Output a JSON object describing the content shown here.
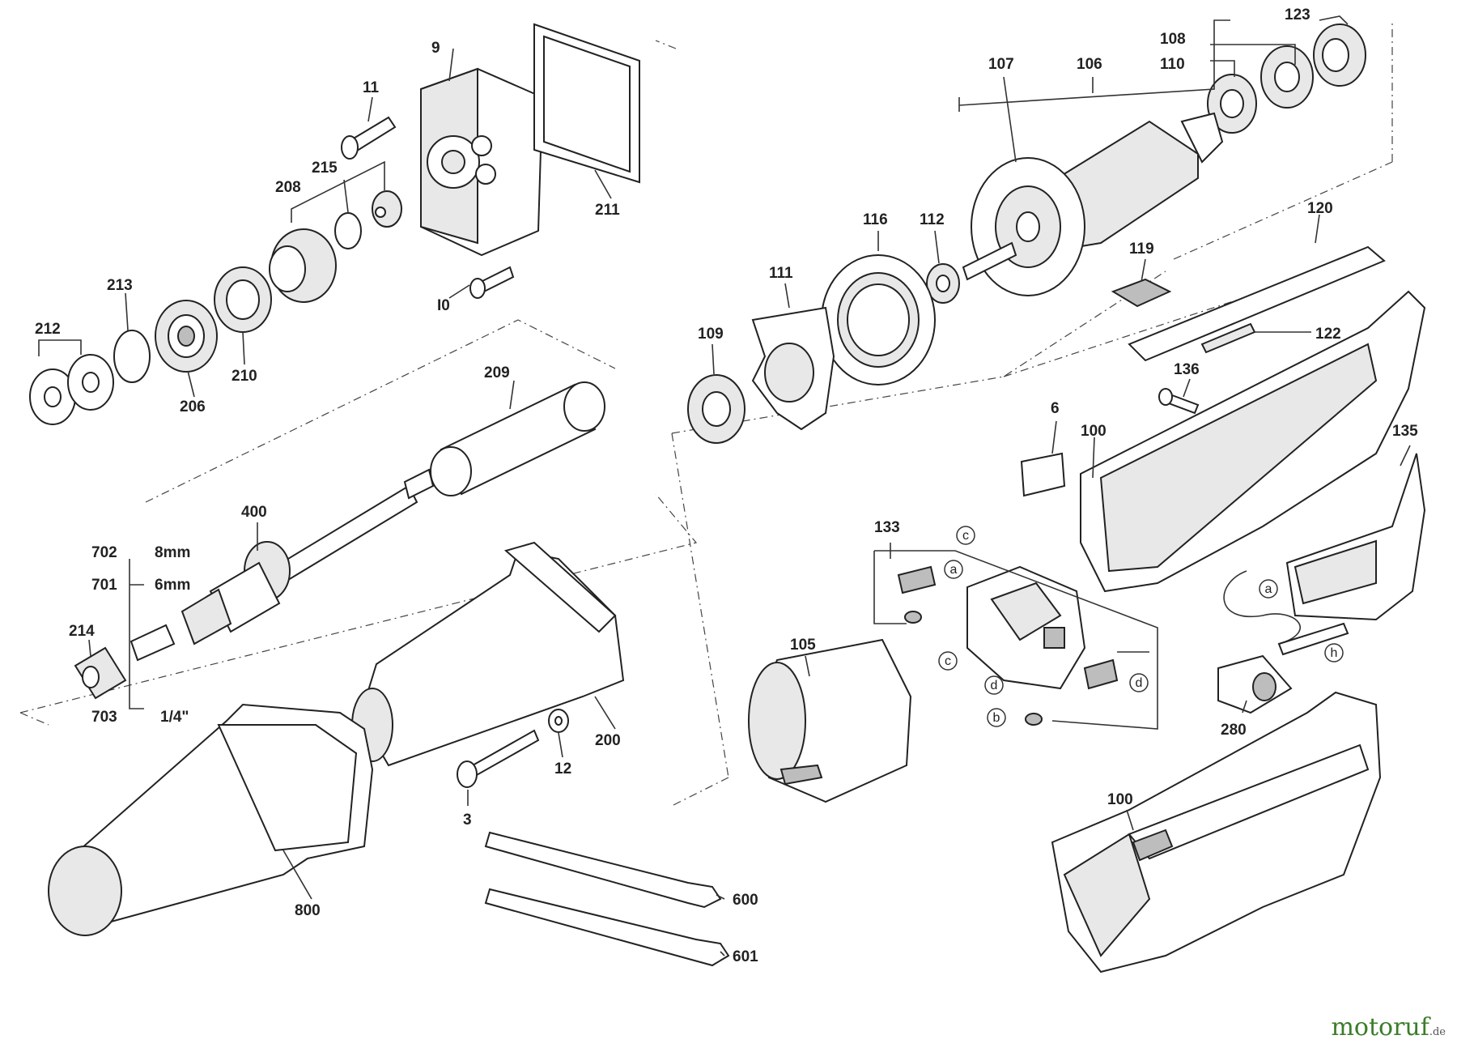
{
  "labels": {
    "p9": "9",
    "p11": "11",
    "p211": "211",
    "p215": "215",
    "p208": "208",
    "p10": "I0",
    "p213": "213",
    "p212": "212",
    "p206": "206",
    "p210": "210",
    "p209": "209",
    "p400": "400",
    "p702": "702",
    "p701": "701",
    "s8mm": "8mm",
    "s6mm": "6mm",
    "p214": "214",
    "p703": "703",
    "s14": "1/4\"",
    "p200": "200",
    "p12": "12",
    "p3": "3",
    "p800": "800",
    "p600": "600",
    "p601": "601",
    "p123": "123",
    "p108": "108",
    "p110": "110",
    "p107": "107",
    "p106": "106",
    "p116": "116",
    "p112": "112",
    "p111": "111",
    "p109": "109",
    "p120": "120",
    "p119": "119",
    "p122": "122",
    "p136": "136",
    "p6": "6",
    "p100a": "100",
    "p135": "135",
    "p133": "133",
    "p105": "105",
    "p280": "280",
    "p100b": "100"
  },
  "callouts": {
    "c1": "c",
    "a1": "a",
    "c2": "c",
    "d1": "d",
    "b1": "b",
    "d2": "d",
    "a2": "a",
    "h1": "h"
  },
  "brand": {
    "name": "motoruf",
    "suffix": ".de"
  }
}
